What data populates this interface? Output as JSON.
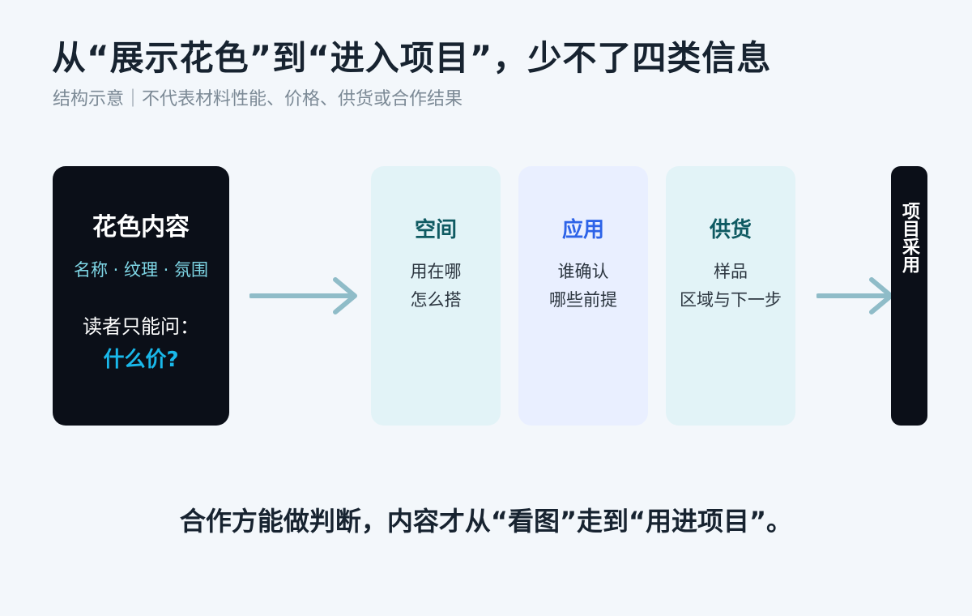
{
  "title": "从“展示花色”到“进入项目”，少不了四类信息",
  "subtitle": "结构示意｜不代表材料性能、价格、供货或合作结果",
  "source_card": {
    "title": "花色内容",
    "tags": "名称 · 纹理 · 氛围",
    "question": "读者只能问：",
    "price": "什么价?"
  },
  "info_cards": [
    {
      "title": "空间",
      "lines": [
        "用在哪",
        "怎么搭"
      ],
      "bg": "#e2f3f7",
      "title_color": "#0f5a62"
    },
    {
      "title": "应用",
      "lines": [
        "谁确认",
        "哪些前提"
      ],
      "bg": "#e9efff",
      "title_color": "#2d63e8"
    },
    {
      "title": "供货",
      "lines": [
        "样品",
        "区域与下一步"
      ],
      "bg": "#e2f3f7",
      "title_color": "#0f5a62"
    }
  ],
  "end_card": {
    "label": "项目采用"
  },
  "footer": "合作方能做判断，内容才从“看图”走到“用进项目”。",
  "colors": {
    "background": "#f3f7fb",
    "dark_card": "#0b0f18",
    "arrow": "#8fbcc8",
    "accent_cyan": "#19b8ea",
    "tag_color": "#7fd7e6"
  }
}
